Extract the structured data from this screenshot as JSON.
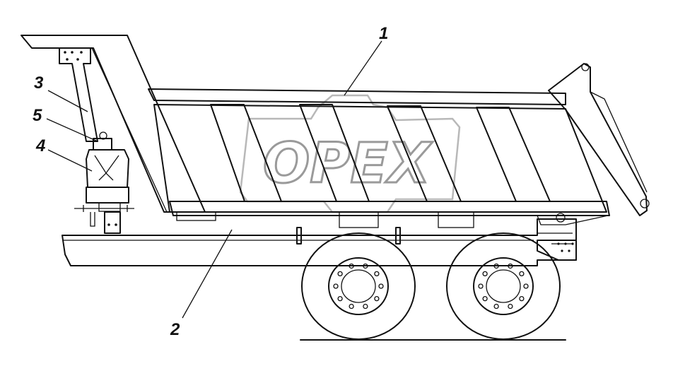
{
  "watermark": {
    "text": "OPEX"
  },
  "callouts": [
    {
      "id": "1",
      "text": "1"
    },
    {
      "id": "2",
      "text": "2"
    },
    {
      "id": "3",
      "text": "3"
    },
    {
      "id": "4",
      "text": "4"
    },
    {
      "id": "5",
      "text": "5"
    }
  ]
}
